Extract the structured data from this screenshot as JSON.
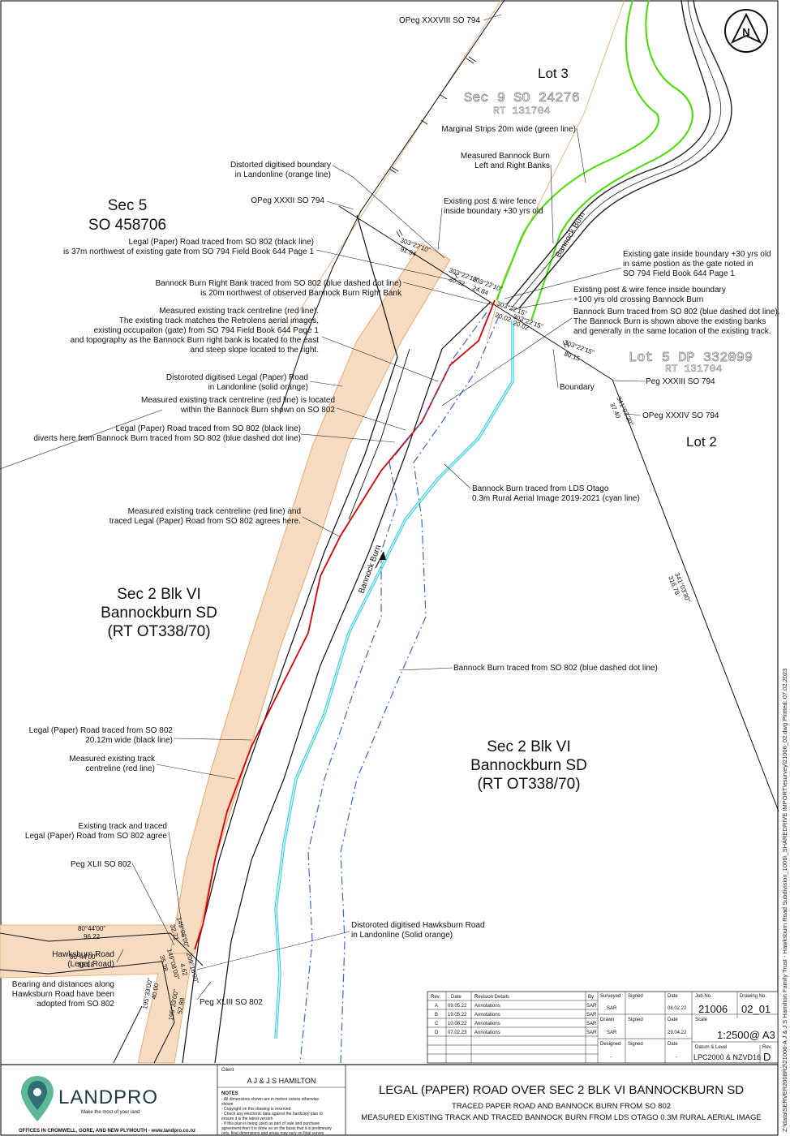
{
  "north_arrow": {
    "letter": "N"
  },
  "parcels": {
    "lot3": "Lot 3",
    "sec9_ghost": "Sec 9 SO 24276",
    "sec9_rt_ghost": "RT 131704",
    "sec5_line1": "Sec 5",
    "sec5_line2": "SO 458706",
    "lot5_ghost": "Lot 5 DP 332099",
    "lot5_rt_ghost": "RT 131704",
    "lot2": "Lot 2",
    "sec2_west": [
      "Sec 2 Blk VI",
      "Bannockburn SD",
      "(RT OT338/70)"
    ],
    "sec2_east": [
      "Sec 2 Blk VI",
      "Bannockburn SD",
      "(RT OT338/70)"
    ]
  },
  "river_labels": {
    "upper": "Bannock Burn",
    "lower": "Bannock Burn"
  },
  "annotations": {
    "opeg_38": "OPeg XXXVIII SO 794",
    "marginal": "Marginal Strips 20m wide (green line)",
    "measured_banks": [
      "Measured Bannock Burn",
      "Left and Right Banks"
    ],
    "distorted_boundary": [
      "Distorted digitised boundary",
      "in Landonline (orange line)"
    ],
    "opeg_32": "OPeg XXXII SO 794",
    "fence30": [
      "Existing post & wire fence",
      "inside boundary +30 yrs old"
    ],
    "legal_road_37m": [
      "Legal (Paper) Road traced from SO 802 (black line)",
      "is 37m northwest of existing gate from SO 794 Field Book 644 Page 1"
    ],
    "gate": [
      "Existing gate inside boundary +30 yrs old",
      "in same postion as the gate noted in",
      "SO 794 Field Book 644 Page 1"
    ],
    "right_bank": [
      "Bannock Burn Right Bank traced from SO 802 (blue dashed dot line)",
      "is 20m northwest of observed Bannock Burn Right Bank"
    ],
    "fence100": [
      "Existing post & wire fence inside boundary",
      "+100 yrs old crossing Bannock Burn"
    ],
    "burn_traced": [
      "Bannock Burn traced from SO 802 (blue dashed dot line).",
      "The Bannock Burn is shown above the existing banks",
      "and generally in the same location of the existing track."
    ],
    "track_red": [
      "Measured existing track centreline (red line).",
      "The existing track matches the Retrolens aerial images,",
      "existing occupaiton (gate) from SO 794 Field Book 644 Page 1",
      "and topography as the Bannock Burn right bank is located to the east",
      "and steep slope located to the right."
    ],
    "distorted_road": [
      "Distoroted digitised Legal (Paper) Road",
      "in Landonline (solid orange)"
    ],
    "track_within": [
      "Measured existing track centreline (red line) is located",
      "within the Bannock Burn shown on SO 802"
    ],
    "diverts": [
      "Legal (Paper) Road traced from SO 802 (black line)",
      "diverts here from Bannock Burn traced from SO 802 (blue dashed dot line)"
    ],
    "lds": [
      "Bannock Burn traced from LDS Otago",
      "0.3m Rural Aerial Image 2019-2021 (cyan line)"
    ],
    "agrees": [
      "Measured existing track centreline (red line) and",
      "traced Legal (Paper) Road from SO 802 agrees here."
    ],
    "burn_so802": "Bannock Burn traced from SO 802 (blue dashed dot line)",
    "boundary": "Boundary",
    "peg_33": "Peg XXXIII SO 794",
    "opeg_34": "OPeg XXXIV SO 794",
    "legal_road_20": [
      "Legal (Paper) Road traced from SO 802",
      "20.12m wide (black line)"
    ],
    "measured_track": [
      "Measured existing track",
      "centreline (red line)"
    ],
    "existing_agree": [
      "Existing track and traced",
      "Legal (Paper) Road from SO 802 agree"
    ],
    "peg_42": "Peg XLII SO 802",
    "peg_43": "Peg XLIII SO 802",
    "hawksburn_distorted": [
      "Distoroted digitised Hawksburn Road",
      "in Landonline (Solid orange)"
    ],
    "hawksburn_road": [
      "Hawksburn Road",
      "(Legal Road)"
    ],
    "bearings": [
      "Bearing and distances along",
      "Hawksburn Road have been",
      "adopted from SO 802"
    ]
  },
  "bearings": {
    "b1": "303°22'10\"",
    "d1": "91.94",
    "b2": "303°22'10\"",
    "d2": "30.32",
    "b3": "303°22'10\"",
    "d3": "24.84",
    "b4": "303°22'15\"",
    "d4": "20.02",
    "b5": "303°22'15\"",
    "d5": "20.02",
    "b6": "303°22'15\"",
    "d6": "80.15",
    "b7": "341°03'30\"",
    "d7": "37.40",
    "b8": "341°03'30\"",
    "d8": "316.78",
    "hw1_b": "80°44'00\"",
    "hw1_d": "96.22",
    "hw2_b": "80°44'00\"",
    "hw2_d": "88.18",
    "c1_b": "149°08'00\"",
    "c1_d": "32.71",
    "c2_b": "149°08'00\"",
    "c2_d": "35.38",
    "c3_b": "195°33'00\"",
    "c3_d": "40.00",
    "c4_b": "195°33'00\"",
    "c4_d": "52.88",
    "c5_b": "209°16'00\"",
    "c5_d": "4.62"
  },
  "revisions": {
    "headers": [
      "Rev.",
      "Date",
      "Revision Details",
      "By"
    ],
    "rows": [
      [
        "A",
        "09.05.22",
        "Annotations",
        "SAR"
      ],
      [
        "B",
        "19.05.22",
        "Annotations",
        "SAR"
      ],
      [
        "C",
        "10.08.22",
        "Annotations",
        "SAR"
      ],
      [
        "D",
        "07.02.23",
        "Annotations",
        "SAR"
      ]
    ]
  },
  "signoff": {
    "surveyed": "Surveyed",
    "signed": "Signed",
    "date": "Date",
    "surveyed_by": "SAR",
    "surveyed_date": "08.02.22",
    "drawn": "Drawn",
    "drawn_by": "SAR",
    "drawn_date": "29.04.22",
    "designed": "Designed",
    "designed_by": "-",
    "designed_date": "-"
  },
  "job": {
    "job_no_label": "Job No.",
    "job_no": "21006",
    "drawing_no_label": "Drawing No.",
    "drawing_no": "02_01",
    "scale_label": "Scale",
    "scale": "1:2500@ A3",
    "datum_label": "Datum & Level",
    "datum": "LPC2000 & NZVD16",
    "rev_label": "Rev.",
    "rev": "D"
  },
  "company": {
    "name": "LANDPRO",
    "tagline": "Make the most of your land",
    "offices": "OFFICES IN CROMWELL, GORE, AND NEW PLYMOUTH - www.landpro.co.nz"
  },
  "client": {
    "label": "Client",
    "name": "A J & J S HAMILTON",
    "notes_title": "NOTES",
    "notes": [
      "- All dimensions shown are in metres unless otherwise",
      "shown",
      "- Copyright on this drawing is reserved",
      "- Check any electronic data against the hardcopy plan to",
      "ensure it is the latest version",
      "- If this plan is being used as part of sale and purchase",
      "agreement then it is done so on the basis that it is preliminary",
      "only, final dimensions and areas may vary on final survey"
    ]
  },
  "title": {
    "main": "LEGAL (PAPER) ROAD OVER SEC 2 BLK VI BANNOCKBURN SD",
    "sub1": "TRACED PAPER ROAD AND BANNOCK BURN FROM SO 802",
    "sub2": "MEASURED EXISTING TRACK AND TRACED BANNOCK BURN FROM LDS OTAGO 0.3M RURAL AERIAL IMAGE"
  },
  "side_path": "Z:\\data\\SERVER2008R2\\21006-A J & J S Hamilton Family Trust - Hawksburn Road Subdivision_1006\\_SHAREDRIVE IMPORT\\esurvey\\21006_02.dwg Plotted: 07.02.2023",
  "colors": {
    "road_fill": "#f7dcc2",
    "orange": "#e8a060",
    "red": "#e00000",
    "green": "#44e000",
    "cyan": "#29d6e4",
    "blue": "#3a66d8"
  }
}
